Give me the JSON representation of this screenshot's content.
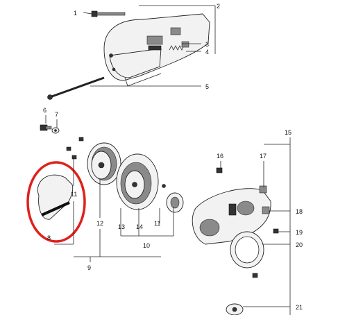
{
  "callouts": {
    "c1": "1",
    "c2": "2",
    "c3": "3",
    "c4": "4",
    "c5": "5",
    "c6": "6",
    "c7": "7",
    "c8": "8",
    "c9": "9",
    "c10": "10",
    "c11a": "11",
    "c11b": "11",
    "c12": "12",
    "c13": "13",
    "c14": "14",
    "c15": "15",
    "c16": "16",
    "c17": "17",
    "c18": "18",
    "c19": "19",
    "c20": "20",
    "c21": "21"
  },
  "highlight": {
    "color": "#e0201c",
    "shape": "ellipse"
  }
}
